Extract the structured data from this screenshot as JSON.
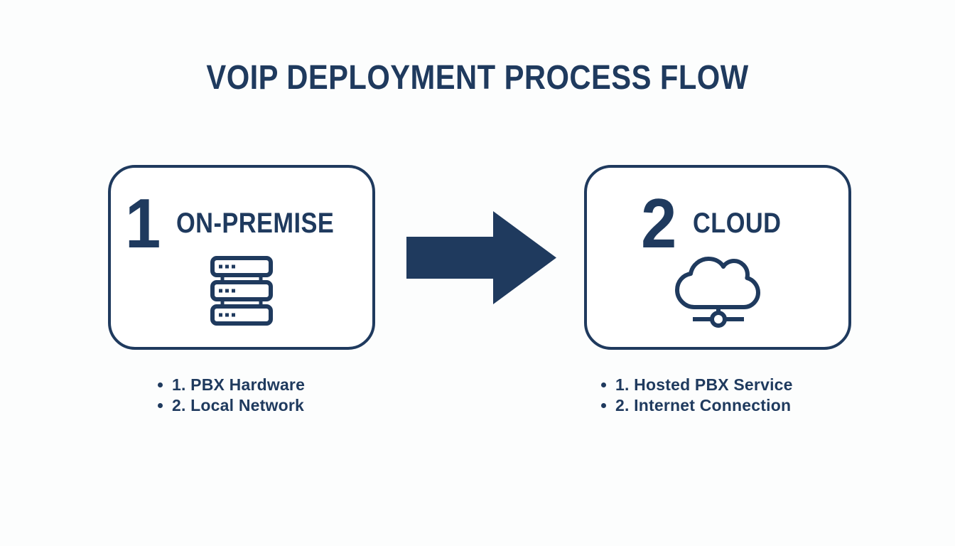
{
  "title": "VOIP DEPLOYMENT PROCESS FLOW",
  "colors": {
    "navy": "#1f3a5e",
    "page_bg": "#fcfdfd",
    "box_bg": "#ffffff"
  },
  "steps": [
    {
      "number": "1",
      "label": "ON-PREMISE",
      "icon": "server-stack-icon",
      "details": [
        "1. PBX Hardware",
        "2. Local Network"
      ]
    },
    {
      "number": "2",
      "label": "CLOUD",
      "icon": "cloud-network-icon",
      "details": [
        "1. Hosted PBX Service",
        "2. Internet Connection"
      ]
    }
  ],
  "connector": {
    "icon": "arrow-right-icon",
    "direction": "right"
  }
}
